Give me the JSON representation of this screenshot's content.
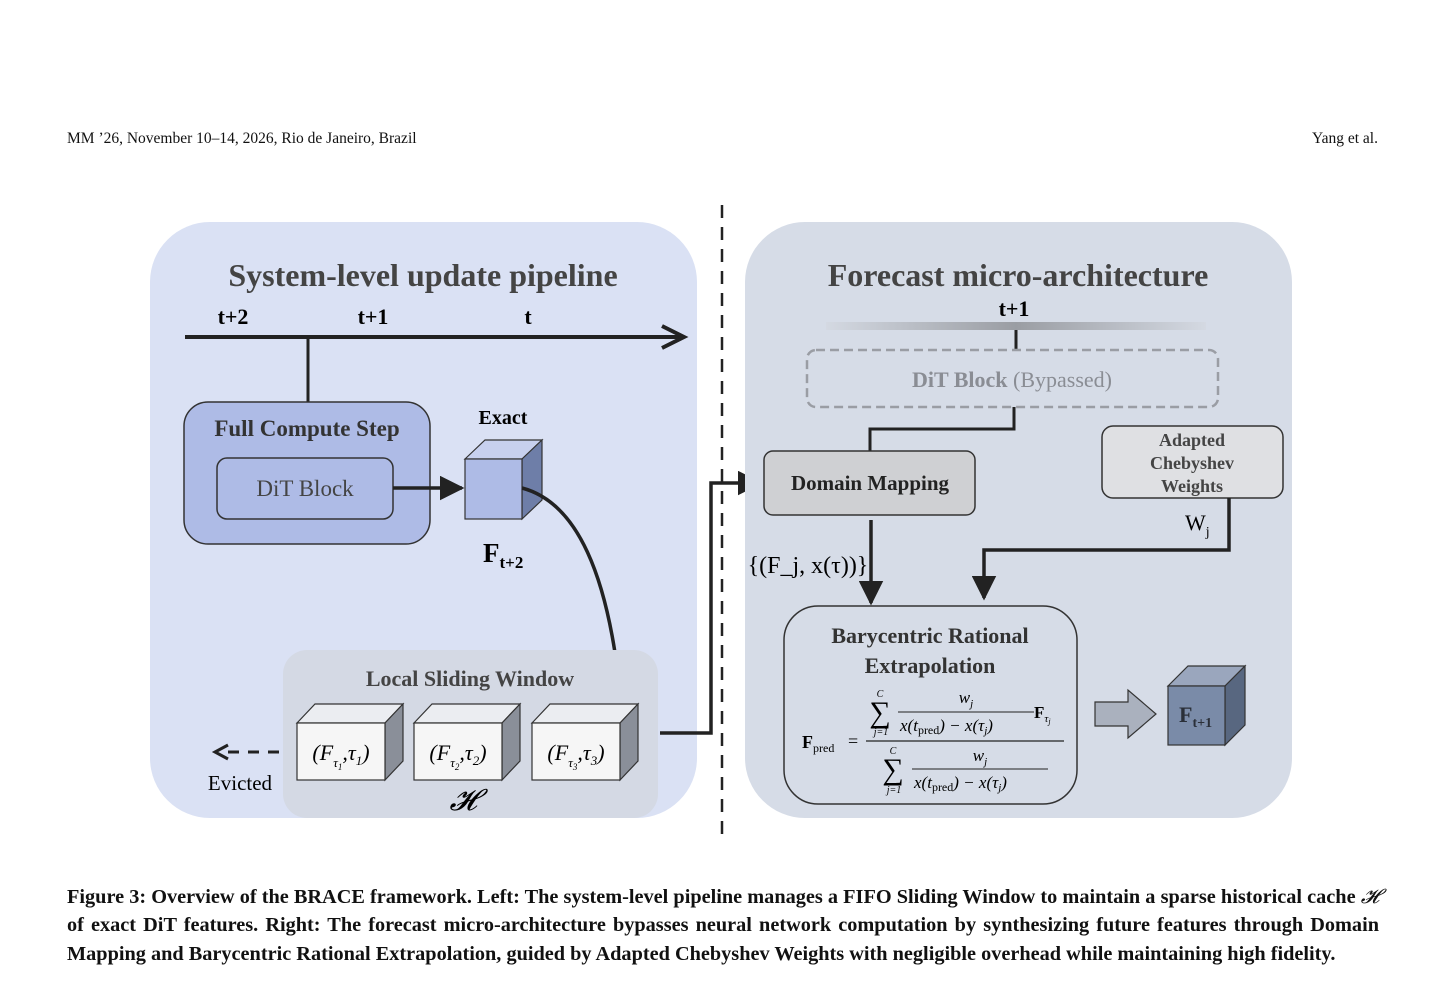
{
  "header": {
    "venue": "MM ’26, November 10–14, 2026, Rio de Janeiro, Brazil",
    "authors": "Yang et al."
  },
  "figure": {
    "left_panel": {
      "title": "System-level update pipeline",
      "timeline_labels": [
        "t+2",
        "t+1",
        "t"
      ],
      "full_compute_step": "Full Compute Step",
      "dit_block": "DiT Block",
      "exact_label": "Exact",
      "feature_main": "F",
      "feature_sub": "t+2",
      "sliding_window_title": "Local Sliding Window",
      "cache_entries": [
        {
          "F": "F",
          "sub": "τ",
          "idx": "1"
        },
        {
          "F": "F",
          "sub": "τ",
          "idx": "2"
        },
        {
          "F": "F",
          "sub": "τ",
          "idx": "3"
        }
      ],
      "cache_symbol": "𝓗",
      "evicted_label": "Evicted",
      "evicted_arrow": "<- - -"
    },
    "right_panel": {
      "title": "Forecast micro-architecture",
      "time_label": "t+1",
      "dit_block_bold": "DiT Block",
      "dit_block_suffix": " (Bypassed)",
      "domain_mapping": "Domain Mapping",
      "chebyshev_lines": [
        "Adapted",
        "Chebyshev",
        "Weights"
      ],
      "weight_label": "W",
      "weight_sub": "j",
      "mapping_output": "{(F_j, x(τ))}",
      "bre_lines": [
        "Barycentric Rational",
        "Extrapolation"
      ],
      "formula_lhs": "F",
      "formula_lhs_sub": "pred",
      "formula_sum_top": "C",
      "formula_sum_bottom": "j=1",
      "formula_weight": "w",
      "formula_weight_sub": "j",
      "formula_den": "x(t",
      "formula_den_pred": "pred",
      "formula_den_mid": ") − x(τ",
      "formula_den_j": "j",
      "formula_den_end": ")",
      "formula_feat": "F",
      "formula_feat_sub": "τ",
      "formula_feat_subsub": "j",
      "output_main": "F",
      "output_sub": "t+1"
    }
  },
  "caption": {
    "label": "Figure 3:",
    "text_before_symbol": " Overview of the BRACE framework. Left: The system-level pipeline manages a FIFO Sliding Window to maintain a sparse historical cache ",
    "symbol": "𝓗",
    "text_after_symbol": " of exact DiT features. Right: The forecast micro-architecture bypasses neural network computation by synthesizing future features through Domain Mapping and Barycentric Rational Extrapolation, guided by Adapted Chebyshev Weights with negligible overhead while maintaining high fidelity."
  },
  "colors": {
    "left_panel_bg": "#dae1f4",
    "right_panel_bg": "#d6dce7",
    "compute_box": "#aebbe6",
    "window_bg": "#d4d9e4",
    "output_cube": "#7a8ba8",
    "arrow": "#2a2a2a"
  }
}
